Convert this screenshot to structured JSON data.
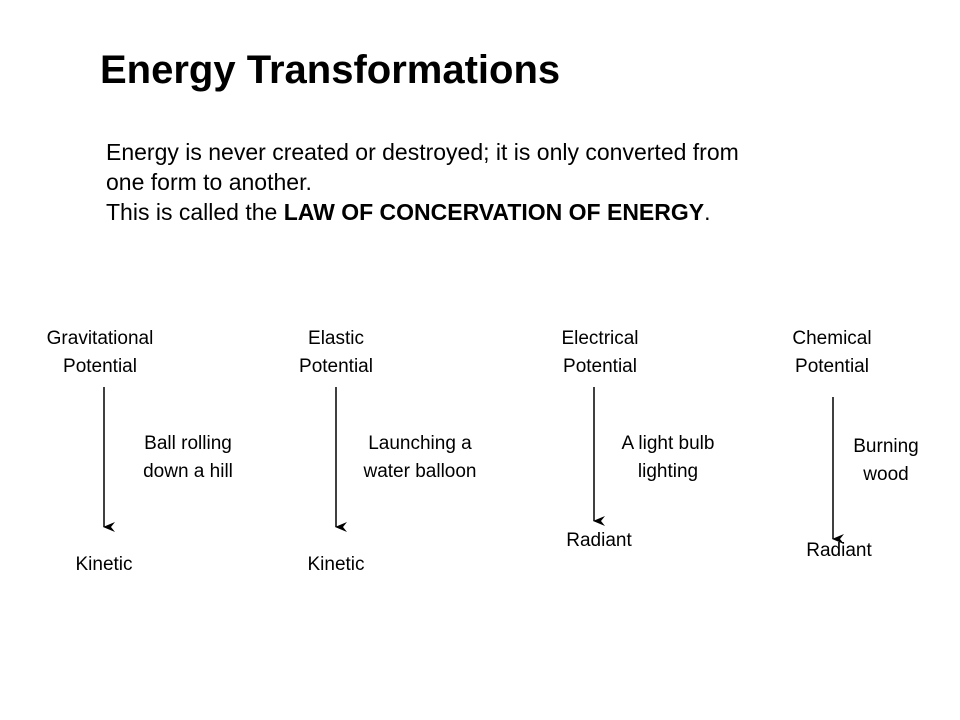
{
  "title": "Energy Transformations",
  "intro": {
    "line1": "Energy is never created or destroyed; it is only converted from",
    "line2": "one form to another.",
    "line3_prefix": "This is called the ",
    "line3_bold": "LAW OF CONCERVATION OF ENERGY",
    "line3_suffix": "."
  },
  "transformations": [
    {
      "source_line1": "Gravitational",
      "source_line2": "Potential",
      "process_line1": "Ball rolling",
      "process_line2": "down a hill",
      "result": "Kinetic"
    },
    {
      "source_line1": "Elastic",
      "source_line2": "Potential",
      "process_line1": "Launching a",
      "process_line2": "water balloon",
      "result": "Kinetic"
    },
    {
      "source_line1": "Electrical",
      "source_line2": "Potential",
      "process_line1": "A light bulb",
      "process_line2": "lighting",
      "result": "Radiant"
    },
    {
      "source_line1": "Chemical",
      "source_line2": "Potential",
      "process_line1": "Burning",
      "process_line2": "wood",
      "result": "Radiant"
    }
  ]
}
